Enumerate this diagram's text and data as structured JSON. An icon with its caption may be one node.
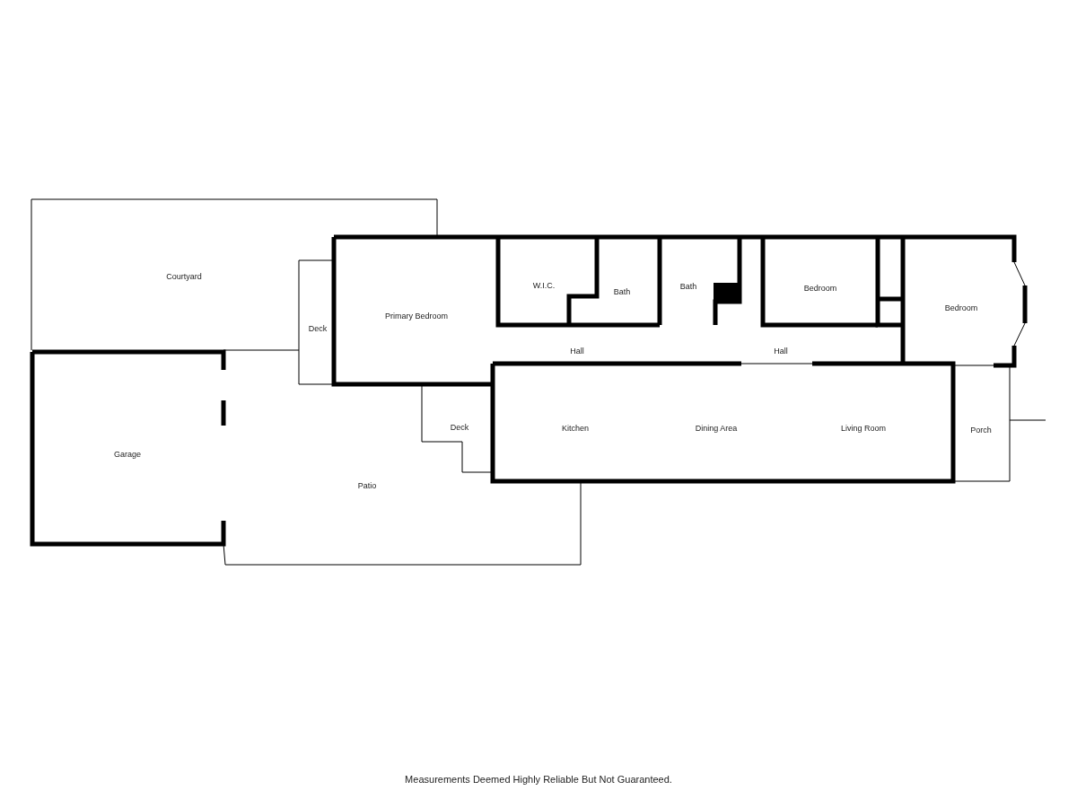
{
  "diagram": {
    "caption": "Measurements Deemed Highly Reliable But Not Guaranteed.",
    "labels": [
      "Courtyard",
      "Primary Bedroom",
      "Deck",
      "W.I.C.",
      "Bath",
      "Bath",
      "Bedroom",
      "Bedroom",
      "Hall",
      "Hall",
      "Garage",
      "Patio",
      "Deck",
      "Kitchen",
      "Dining Area",
      "Living Room",
      "Porch"
    ]
  }
}
